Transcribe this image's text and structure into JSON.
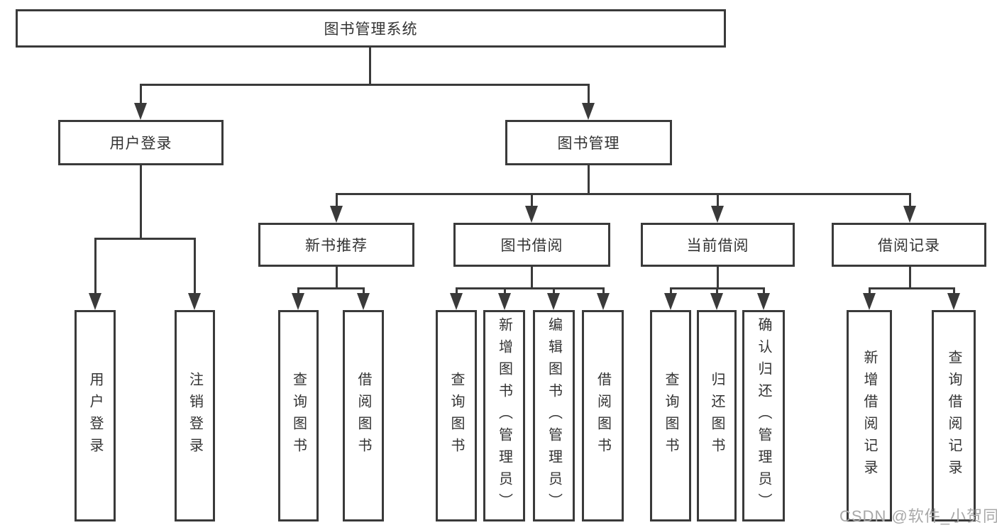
{
  "colors": {
    "line": "#3a3a3a",
    "text": "#333333",
    "watermark": "#a8a8a8",
    "background": "#ffffff"
  },
  "tree": {
    "root": {
      "label": "图书管理系统"
    },
    "user_login": {
      "label": "用户登录",
      "children": [
        "用户登录",
        "注销登录"
      ]
    },
    "book_management": {
      "label": "图书管理",
      "new_books": {
        "label": "新书推荐",
        "children": [
          "查询图书",
          "借阅图书"
        ]
      },
      "book_borrow": {
        "label": "图书借阅",
        "children": [
          "查询图书",
          "新增图书（管理员）",
          "编辑图书（管理员）",
          "借阅图书"
        ]
      },
      "current_borrow": {
        "label": "当前借阅",
        "children": [
          "查询图书",
          "归还图书",
          "确认归还（管理员）"
        ]
      },
      "borrow_records": {
        "label": "借阅记录",
        "children": [
          "新增借阅记录",
          "查询借阅记录"
        ]
      }
    }
  },
  "watermark": {
    "text": "CSDN @软件_小贺同学"
  }
}
